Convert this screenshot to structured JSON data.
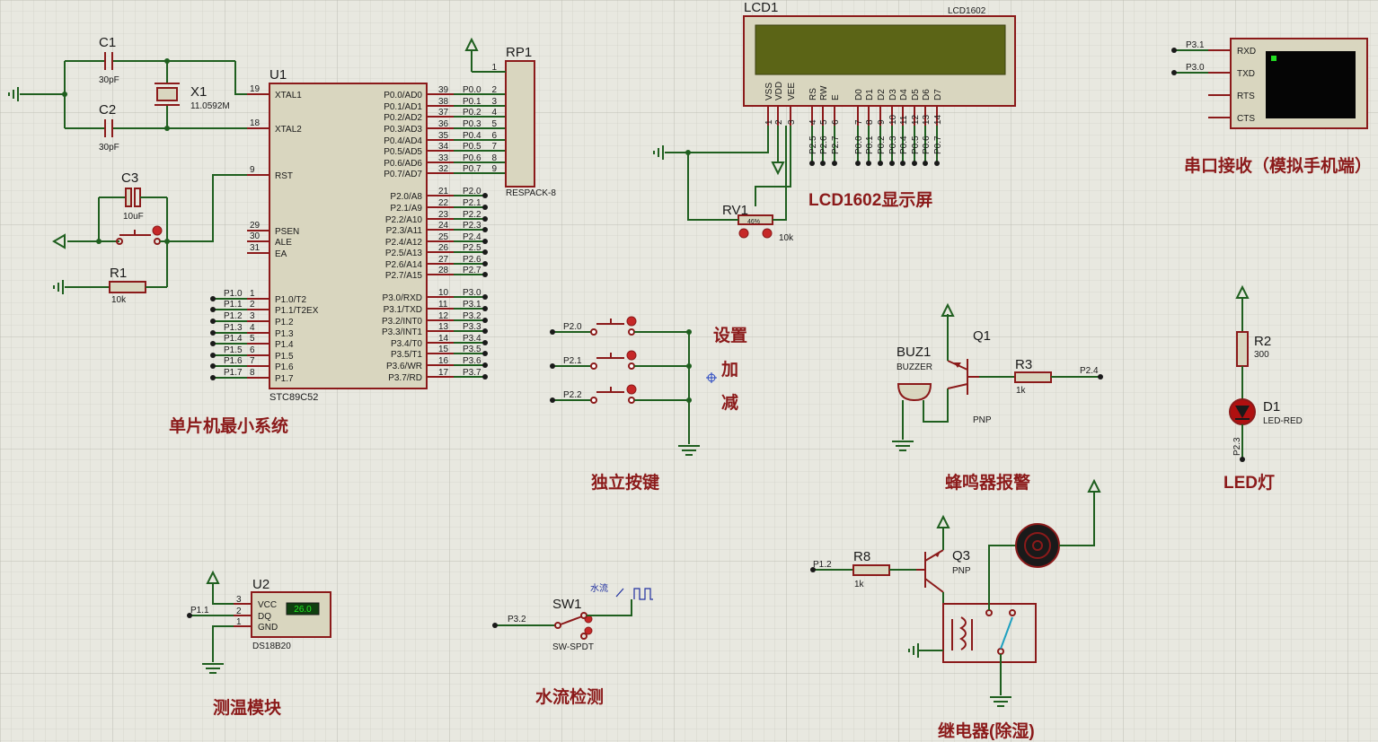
{
  "sections": {
    "mcu": "单片机最小系统",
    "lcd": "LCD1602显示屏",
    "serial": "串口接收（模拟手机端）",
    "keys": "独立按键",
    "buzzer": "蜂鸣器报警",
    "led": "LED灯",
    "temp": "测温模块",
    "water": "水流检测",
    "relay": "继电器(除湿)"
  },
  "key_labels": {
    "set": "设置",
    "add": "加",
    "sub": "减"
  },
  "mcu": {
    "ref": "U1",
    "part": "STC89C52",
    "left_pins": [
      {
        "num": "19",
        "name": "XTAL1"
      },
      {
        "num": "18",
        "name": "XTAL2"
      },
      {
        "num": "9",
        "name": "RST"
      },
      {
        "num": "29",
        "name": "PSEN"
      },
      {
        "num": "30",
        "name": "ALE"
      },
      {
        "num": "31",
        "name": "EA"
      },
      {
        "num": "1",
        "name": "P1.0/T2",
        "net": "P1.0"
      },
      {
        "num": "2",
        "name": "P1.1/T2EX",
        "net": "P1.1"
      },
      {
        "num": "3",
        "name": "P1.2",
        "net": "P1.2"
      },
      {
        "num": "4",
        "name": "P1.3",
        "net": "P1.3"
      },
      {
        "num": "5",
        "name": "P1.4",
        "net": "P1.4"
      },
      {
        "num": "6",
        "name": "P1.5",
        "net": "P1.5"
      },
      {
        "num": "7",
        "name": "P1.6",
        "net": "P1.6"
      },
      {
        "num": "8",
        "name": "P1.7",
        "net": "P1.7"
      }
    ],
    "right_pins": [
      {
        "num": "39",
        "name": "P0.0/AD0",
        "net": "P0.0"
      },
      {
        "num": "38",
        "name": "P0.1/AD1",
        "net": "P0.1"
      },
      {
        "num": "37",
        "name": "P0.2/AD2",
        "net": "P0.2"
      },
      {
        "num": "36",
        "name": "P0.3/AD3",
        "net": "P0.3"
      },
      {
        "num": "35",
        "name": "P0.4/AD4",
        "net": "P0.4"
      },
      {
        "num": "34",
        "name": "P0.5/AD5",
        "net": "P0.5"
      },
      {
        "num": "33",
        "name": "P0.6/AD6",
        "net": "P0.6"
      },
      {
        "num": "32",
        "name": "P0.7/AD7",
        "net": "P0.7"
      },
      {
        "num": "21",
        "name": "P2.0/A8",
        "net": "P2.0"
      },
      {
        "num": "22",
        "name": "P2.1/A9",
        "net": "P2.1"
      },
      {
        "num": "23",
        "name": "P2.2/A10",
        "net": "P2.2"
      },
      {
        "num": "24",
        "name": "P2.3/A11",
        "net": "P2.3"
      },
      {
        "num": "25",
        "name": "P2.4/A12",
        "net": "P2.4"
      },
      {
        "num": "26",
        "name": "P2.5/A13",
        "net": "P2.5"
      },
      {
        "num": "27",
        "name": "P2.6/A14",
        "net": "P2.6"
      },
      {
        "num": "28",
        "name": "P2.7/A15",
        "net": "P2.7"
      },
      {
        "num": "10",
        "name": "P3.0/RXD",
        "net": "P3.0"
      },
      {
        "num": "11",
        "name": "P3.1/TXD",
        "net": "P3.1"
      },
      {
        "num": "12",
        "name": "P3.2/INT0",
        "net": "P3.2"
      },
      {
        "num": "13",
        "name": "P3.3/INT1",
        "net": "P3.3"
      },
      {
        "num": "14",
        "name": "P3.4/T0",
        "net": "P3.4"
      },
      {
        "num": "15",
        "name": "P3.5/T1",
        "net": "P3.5"
      },
      {
        "num": "16",
        "name": "P3.6/WR",
        "net": "P3.6"
      },
      {
        "num": "17",
        "name": "P3.7/RD",
        "net": "P3.7"
      }
    ]
  },
  "rp1": {
    "ref": "RP1",
    "part": "RESPACK-8",
    "pins": [
      "1",
      "2",
      "3",
      "4",
      "5",
      "6",
      "7",
      "8",
      "9"
    ]
  },
  "c1": {
    "ref": "C1",
    "value": "30pF"
  },
  "c2": {
    "ref": "C2",
    "value": "30pF"
  },
  "x1": {
    "ref": "X1",
    "value": "11.0592M"
  },
  "c3": {
    "ref": "C3",
    "value": "10uF"
  },
  "r1": {
    "ref": "R1",
    "value": "10k"
  },
  "lcd": {
    "ref": "LCD1",
    "part": "LCD1602",
    "pins": [
      {
        "num": "1",
        "name": "VSS"
      },
      {
        "num": "2",
        "name": "VDD"
      },
      {
        "num": "3",
        "name": "VEE"
      },
      {
        "num": "4",
        "name": "RS",
        "net": "P2.5"
      },
      {
        "num": "5",
        "name": "RW",
        "net": "P2.6"
      },
      {
        "num": "6",
        "name": "E",
        "net": "P2.7"
      },
      {
        "num": "7",
        "name": "D0",
        "net": "P0.0"
      },
      {
        "num": "8",
        "name": "D1",
        "net": "P0.1"
      },
      {
        "num": "9",
        "name": "D2",
        "net": "P0.2"
      },
      {
        "num": "10",
        "name": "D3",
        "net": "P0.3"
      },
      {
        "num": "11",
        "name": "D4",
        "net": "P0.4"
      },
      {
        "num": "12",
        "name": "D5",
        "net": "P0.5"
      },
      {
        "num": "13",
        "name": "D6",
        "net": "P0.6"
      },
      {
        "num": "14",
        "name": "D7",
        "net": "P0.7"
      }
    ]
  },
  "rv1": {
    "ref": "RV1",
    "value": "10k",
    "percent": "46%"
  },
  "terminal": {
    "pins": [
      "RXD",
      "TXD",
      "RTS",
      "CTS"
    ],
    "nets": [
      "P3.1",
      "P3.0"
    ]
  },
  "keys": [
    {
      "net": "P2.0"
    },
    {
      "net": "P2.1"
    },
    {
      "net": "P2.2"
    }
  ],
  "buzzer": {
    "ref": "BUZ1",
    "part": "BUZZER"
  },
  "q1": {
    "ref": "Q1",
    "type": "PNP"
  },
  "r3": {
    "ref": "R3",
    "value": "1k",
    "net": "P2.4"
  },
  "r2": {
    "ref": "R2",
    "value": "300"
  },
  "d1": {
    "ref": "D1",
    "part": "LED-RED",
    "net": "P2.3"
  },
  "u2": {
    "ref": "U2",
    "part": "DS18B20",
    "reading": "26.0",
    "pins": [
      "VCC",
      "DQ",
      "GND"
    ],
    "pin_nums": [
      "3",
      "2",
      "1"
    ],
    "net": "P1.1"
  },
  "sw1": {
    "ref": "SW1",
    "part": "SW-SPDT",
    "net": "P3.2",
    "signal_label": "水流"
  },
  "q3": {
    "ref": "Q3",
    "type": "PNP"
  },
  "r8": {
    "ref": "R8",
    "value": "1k",
    "net": "P1.2"
  }
}
